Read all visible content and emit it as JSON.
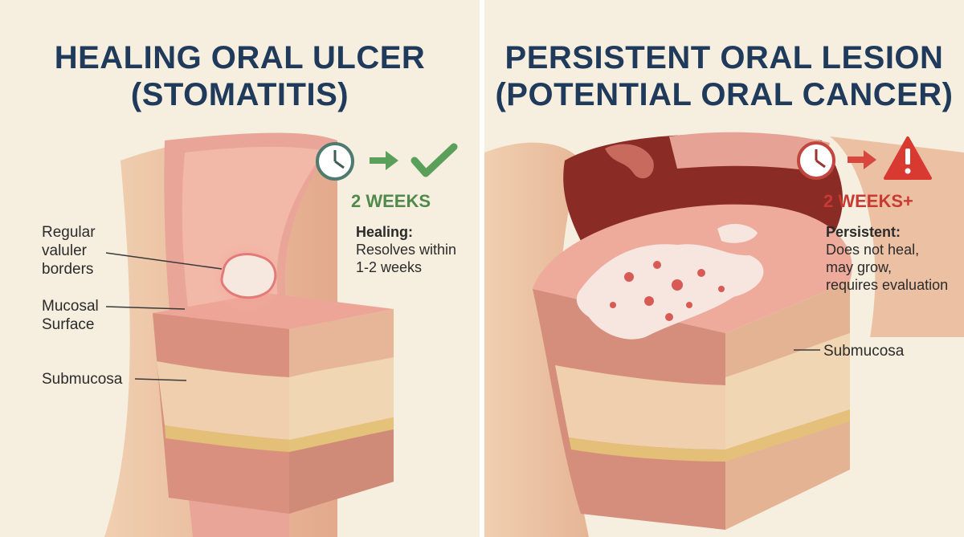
{
  "colors": {
    "navy": "#1f3a5a",
    "healing_green": "#4f8a4b",
    "alert_red": "#c83a32",
    "tissue_pink": "#e9a597"
  },
  "left": {
    "title_line1": "HEALING ORAL ULCER",
    "title_line2": "(STOMATITIS)",
    "icons": [
      "clock-icon",
      "arrow-right-icon",
      "checkmark-icon"
    ],
    "duration": "2 WEEKS",
    "desc_head": "Healing:",
    "desc_line1": "Resolves within",
    "desc_line2": "1-2 weeks",
    "labels": {
      "borders_line1": "Regular",
      "borders_line2": "valuler",
      "borders_line3": "borders",
      "mucosal_line1": "Mucosal",
      "mucosal_line2": "Surface",
      "submucosa": "Submucosa"
    }
  },
  "right": {
    "title_line1": "PERSISTENT ORAL LESION",
    "title_line2": "(POTENTIAL ORAL CANCER)",
    "icons": [
      "clock-icon",
      "arrow-right-icon",
      "warning-icon"
    ],
    "duration": "2 WEEKS+",
    "desc_head": "Persistent:",
    "desc_line1": "Does not heal,",
    "desc_line2": "may grow,",
    "desc_line3": "requires evaluation",
    "labels": {
      "submucosa": "Submucosa"
    }
  }
}
